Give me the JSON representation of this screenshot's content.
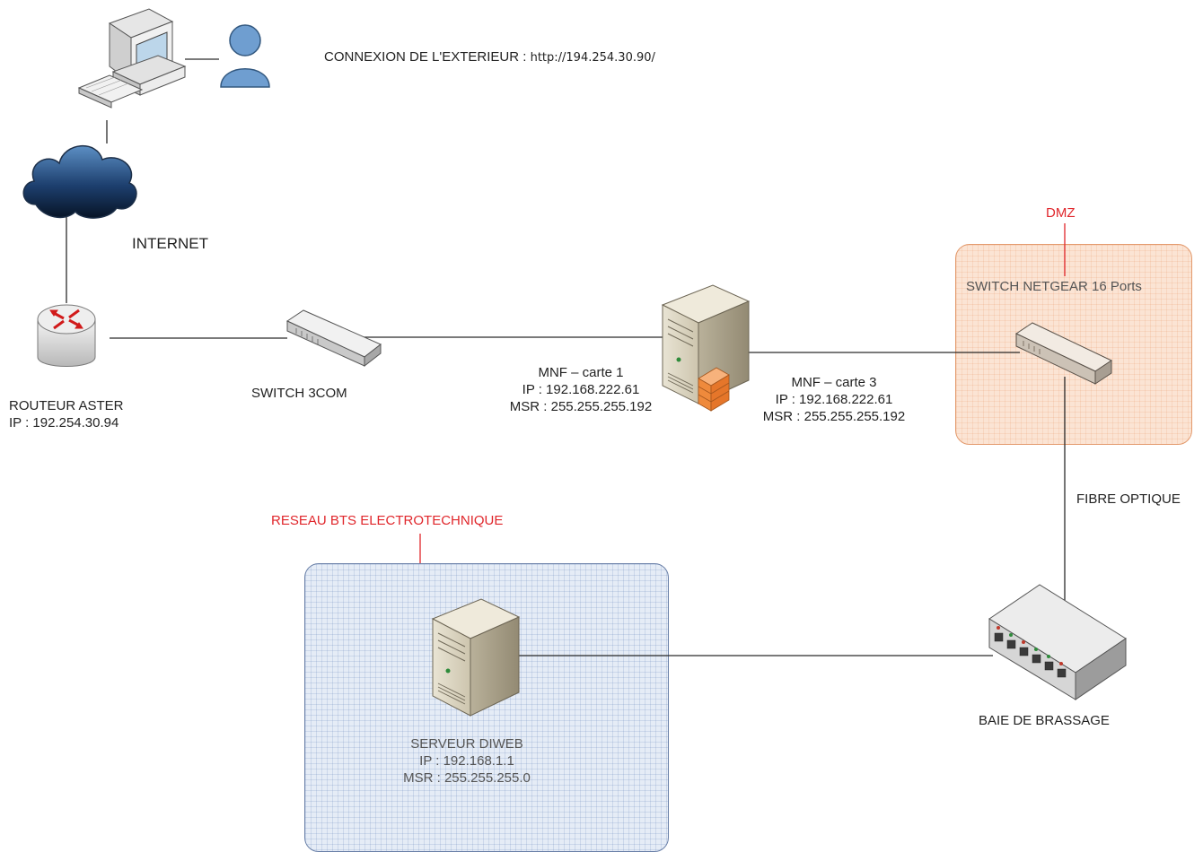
{
  "header": {
    "connection_label": "CONNEXION DE L'EXTERIEUR :",
    "connection_url": "http://194.254.30.90/"
  },
  "internet": {
    "label": "INTERNET"
  },
  "router": {
    "name": "ROUTEUR ASTER",
    "ip": "IP : 192.254.30.94"
  },
  "switch_3com": {
    "name": "SWITCH 3COM"
  },
  "firewall": {
    "card1": {
      "name": "MNF – carte 1",
      "ip": "IP : 192.168.222.61",
      "mask": "MSR : 255.255.255.192"
    },
    "card3": {
      "name": "MNF – carte 3",
      "ip": "IP : 192.168.222.61",
      "mask": "MSR : 255.255.255.192"
    }
  },
  "dmz": {
    "title": "DMZ",
    "switch_name": "SWITCH NETGEAR 16 Ports"
  },
  "fibre": {
    "label": "FIBRE OPTIQUE"
  },
  "patch_panel": {
    "name": "BAIE DE BRASSAGE"
  },
  "bts_network": {
    "title": "RESEAU BTS ELECTROTECHNIQUE",
    "server_name": "SERVEUR DIWEB",
    "server_ip": "IP : 192.168.1.1",
    "server_mask": "MSR : 255.255.255.0"
  },
  "colors": {
    "zone_label": "#e0262b",
    "dmz_fill": "#fbe4d4",
    "bts_fill": "#e5ecf6"
  },
  "icons": [
    "workstation-icon",
    "user-icon",
    "cloud-icon",
    "router-icon",
    "switch-icon",
    "server-icon",
    "firewall-icon",
    "patch-panel-icon"
  ]
}
